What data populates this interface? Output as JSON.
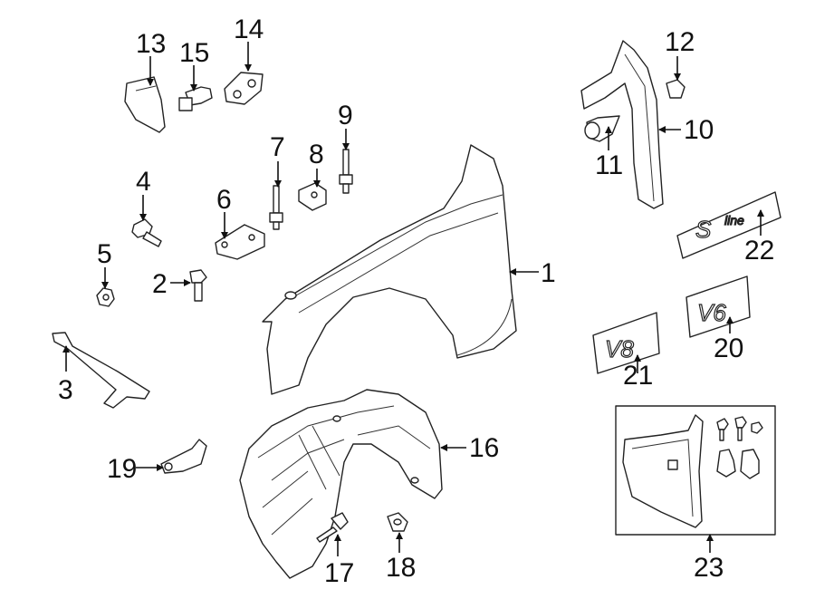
{
  "diagram": {
    "callouts": [
      {
        "id": "1",
        "label": "1"
      },
      {
        "id": "2",
        "label": "2"
      },
      {
        "id": "3",
        "label": "3"
      },
      {
        "id": "4",
        "label": "4"
      },
      {
        "id": "5",
        "label": "5"
      },
      {
        "id": "6",
        "label": "6"
      },
      {
        "id": "7",
        "label": "7"
      },
      {
        "id": "8",
        "label": "8"
      },
      {
        "id": "9",
        "label": "9"
      },
      {
        "id": "10",
        "label": "10"
      },
      {
        "id": "11",
        "label": "11"
      },
      {
        "id": "12",
        "label": "12"
      },
      {
        "id": "13",
        "label": "13"
      },
      {
        "id": "14",
        "label": "14"
      },
      {
        "id": "15",
        "label": "15"
      },
      {
        "id": "16",
        "label": "16"
      },
      {
        "id": "17",
        "label": "17"
      },
      {
        "id": "18",
        "label": "18"
      },
      {
        "id": "19",
        "label": "19"
      },
      {
        "id": "20",
        "label": "20"
      },
      {
        "id": "21",
        "label": "21"
      },
      {
        "id": "22",
        "label": "22"
      },
      {
        "id": "23",
        "label": "23"
      }
    ],
    "emblems": {
      "v6": "V6",
      "v8": "V8",
      "sline_s": "S",
      "sline_line": "line"
    }
  }
}
